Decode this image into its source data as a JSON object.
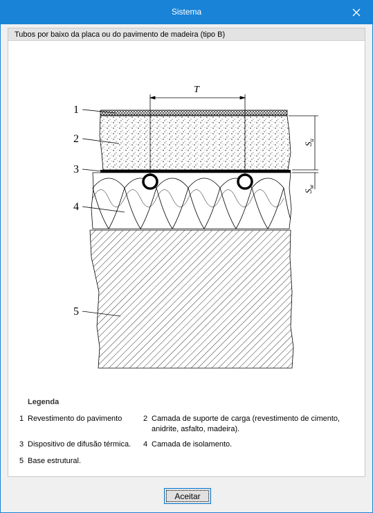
{
  "window": {
    "title": "Sistema"
  },
  "section": {
    "title": "Tubos por baixo da placa ou do pavimento de madeira (tipo B)"
  },
  "diagram": {
    "labels": {
      "n1": "1",
      "n2": "2",
      "n3": "3",
      "n4": "4",
      "n5": "5",
      "T": "T",
      "Su": "S",
      "Su_sub": "u",
      "Sw": "S",
      "Sw_sub": "w"
    }
  },
  "legend": {
    "title": "Legenda",
    "items": [
      {
        "num": "1",
        "text": "Revestimento do pavimento"
      },
      {
        "num": "2",
        "text": "Camada de suporte de carga (revestimento de cimento,",
        "text2": "anidrite, asfalto, madeira)."
      },
      {
        "num": "3",
        "text": "Dispositivo de difusão térmica."
      },
      {
        "num": "4",
        "text": "Camada de isolamento."
      },
      {
        "num": "5",
        "text": "Base estrutural."
      }
    ]
  },
  "footer": {
    "ok_label": "Aceitar"
  },
  "colors": {
    "titlebar": "#1883d7",
    "panel": "#ffffff",
    "header": "#e3e3e3"
  },
  "icons": {
    "close": "close-icon"
  }
}
